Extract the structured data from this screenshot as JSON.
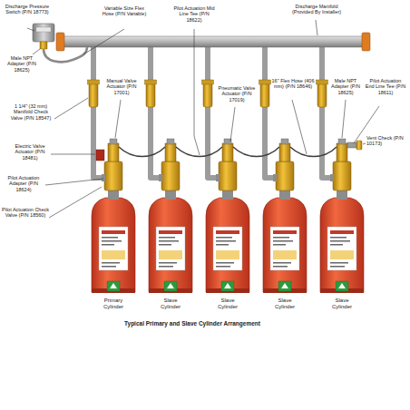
{
  "diagram": {
    "caption": "Typical Primary and Slave Cylinder Arrangement",
    "labels": [
      "Discharge Pressure Switch (P/N 18773)",
      "Male NPT Adapter (P/N 18625)",
      "Variable Size Flex Hose (P/N Variable)",
      "Pilot Actuation Mid Line Tee (P/N 18622)",
      "Discharge Manifold (Provided By Installer)",
      "Manual Valve Actuator (P/N 17001)",
      "Pneumatic Valve Actuator (P/N 17019)",
      "16\" Flex Hose (406 mm) (P/N 18646)",
      "Male NPT Adapter (P/N 18625)",
      "Pilot Actuation End Line Tee (P/N 18611)",
      "1 1/4\" (32 mm) Manifold Check Valve (P/N 18547)",
      "Vent Check (P/N 10173)",
      "Electric Valve Actuator (P/N 18481)",
      "Pilot Actuation Adapter (P/N 18624)",
      "Pilot Actuation Check Valve (P/N 18560)",
      "Primary Cylinder",
      "Slave Cylinder",
      "Slave Cylinder",
      "Slave Cylinder",
      "Slave Cylinder"
    ]
  }
}
